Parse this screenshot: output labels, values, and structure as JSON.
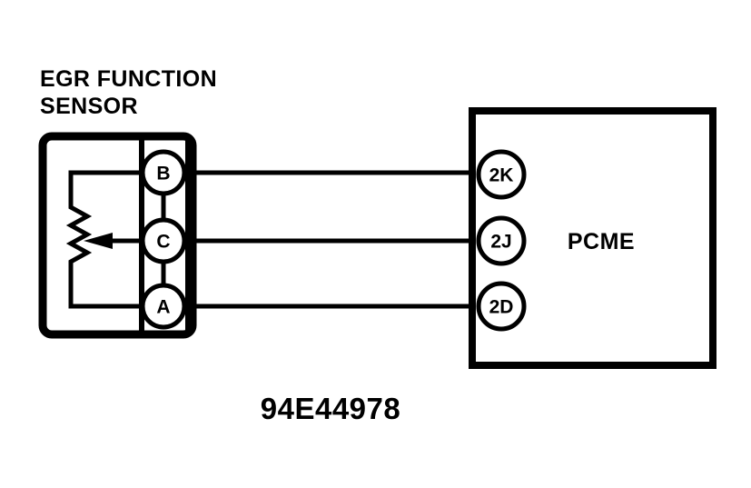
{
  "diagram": {
    "type": "automotive-wiring-schematic",
    "caption": "94E44978",
    "background_color": "#ffffff",
    "line_color": "#000000",
    "sensor": {
      "title_line_1": "EGR FUNCTION",
      "title_line_2": "SENSOR",
      "component_type": "potentiometer",
      "terminals": [
        {
          "id": "B",
          "label": "B"
        },
        {
          "id": "C",
          "label": "C"
        },
        {
          "id": "A",
          "label": "A"
        }
      ]
    },
    "module": {
      "label": "PCME",
      "pins": [
        {
          "id": "2K",
          "label": "2K"
        },
        {
          "id": "2J",
          "label": "2J"
        },
        {
          "id": "2D",
          "label": "2D"
        }
      ]
    },
    "connections": [
      {
        "from": "B",
        "to": "2K"
      },
      {
        "from": "C",
        "to": "2J"
      },
      {
        "from": "A",
        "to": "2D"
      }
    ]
  }
}
